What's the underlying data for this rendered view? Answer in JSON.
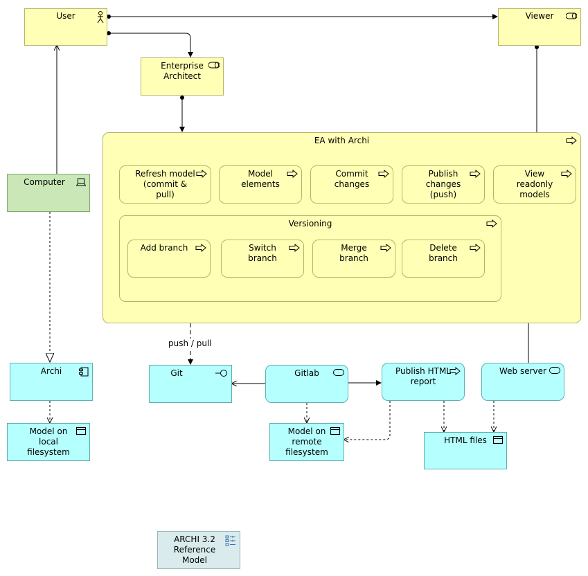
{
  "nodes": {
    "user": "User",
    "viewer": "Viewer",
    "enterprise_architect": "Enterprise\nArchitect",
    "ea_with_archi": "EA with Archi",
    "refresh_model": "Refresh model\n(commit &\npull)",
    "model_elements": "Model\nelements",
    "commit_changes": "Commit\nchanges",
    "publish_changes": "Publish\nchanges\n(push)",
    "view_readonly": "View\nreadonly\nmodels",
    "versioning": "Versioning",
    "add_branch": "Add branch",
    "switch_branch": "Switch\nbranch",
    "merge_branch": "Merge\nbranch",
    "delete_branch": "Delete\nbranch",
    "computer": "Computer",
    "archi": "Archi",
    "git": "Git",
    "gitlab": "Gitlab",
    "publish_html": "Publish HTML\nreport",
    "web_server": "Web server",
    "model_local": "Model on\nlocal\nfilesystem",
    "model_remote": "Model on\nremote\nfilesystem",
    "html_files": "HTML files",
    "reference_model": "ARCHI 3.2\nReference\nModel"
  },
  "edges": {
    "push_pull": "push / pull"
  },
  "colors": {
    "business": "#ffffb5",
    "technology": "#b5ffff",
    "physical": "#c9e7b7",
    "reference": "#d9ebec"
  }
}
